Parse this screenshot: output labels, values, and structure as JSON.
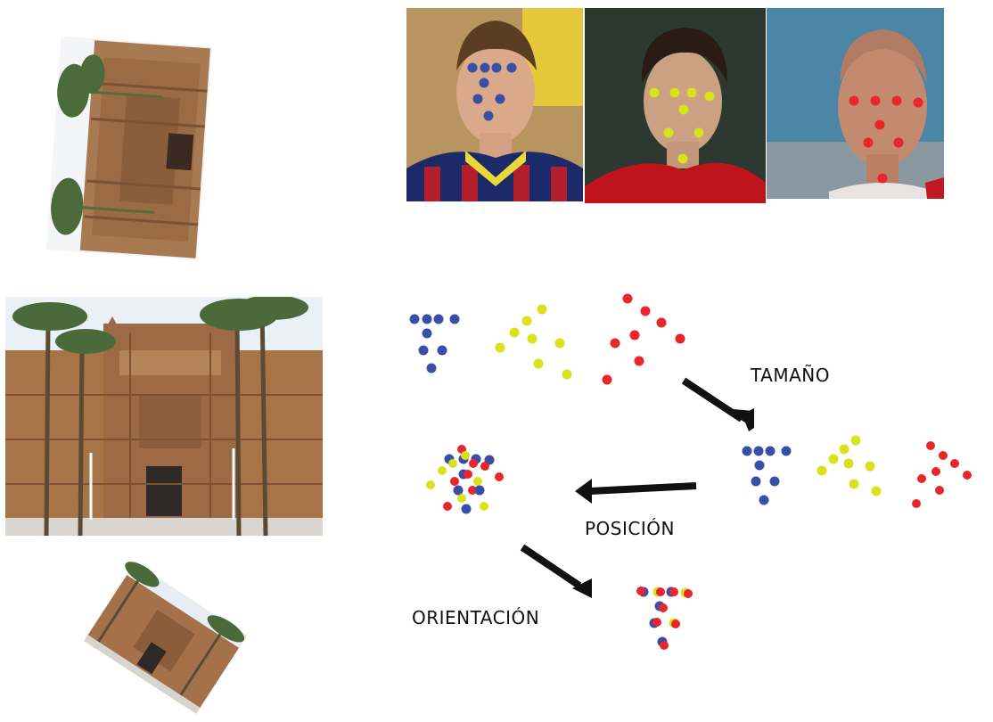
{
  "labels": {
    "size": "TAMAÑO",
    "position": "POSICIÓN",
    "orientation": "ORIENTACIÓN"
  },
  "colors": {
    "blue": "#3a4ea8",
    "yellow": "#d9e21a",
    "red": "#e8262b",
    "arrow": "#111111",
    "stone": "#a7744c",
    "sky": "#e6eef5"
  },
  "icons": {
    "size_arrow": "arrow-down-right-icon",
    "position_arrow": "arrow-left-icon",
    "orientation_arrow": "arrow-down-right-icon"
  }
}
